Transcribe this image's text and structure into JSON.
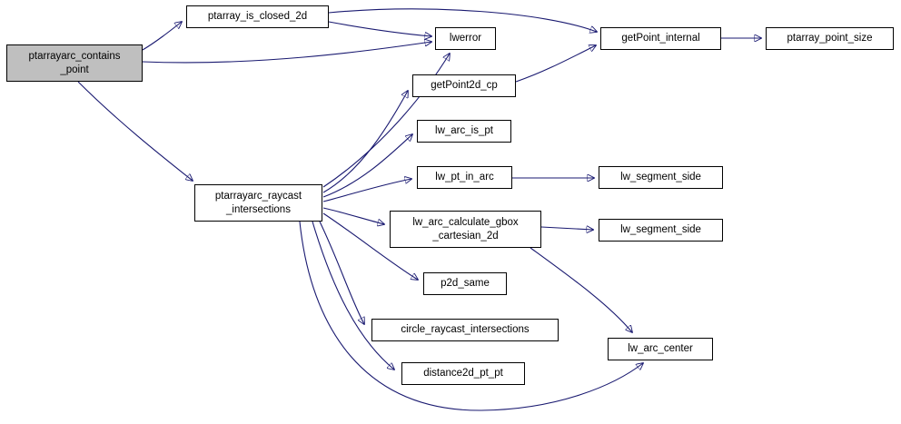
{
  "diagram": {
    "type": "call-graph",
    "edge_color": "#191970",
    "highlight_fill": "#BFBFBF",
    "node_fill": "#FFFFFF",
    "nodes": [
      {
        "id": "ptarrayarc_contains_point",
        "label": "ptarrayarc_contains\n_point",
        "highlight": true
      },
      {
        "id": "ptarray_is_closed_2d",
        "label": "ptarray_is_closed_2d"
      },
      {
        "id": "lwerror",
        "label": "lwerror"
      },
      {
        "id": "getPoint_internal",
        "label": "getPoint_internal"
      },
      {
        "id": "ptarray_point_size",
        "label": "ptarray_point_size"
      },
      {
        "id": "getPoint2d_cp",
        "label": "getPoint2d_cp"
      },
      {
        "id": "lw_arc_is_pt",
        "label": "lw_arc_is_pt"
      },
      {
        "id": "lw_pt_in_arc",
        "label": "lw_pt_in_arc"
      },
      {
        "id": "lw_segment_side_1",
        "label": "lw_segment_side"
      },
      {
        "id": "lw_arc_calculate_gbox_cartesian_2d",
        "label": "lw_arc_calculate_gbox\n_cartesian_2d"
      },
      {
        "id": "lw_segment_side_2",
        "label": "lw_segment_side"
      },
      {
        "id": "p2d_same",
        "label": "p2d_same"
      },
      {
        "id": "circle_raycast_intersections",
        "label": "circle_raycast_intersections"
      },
      {
        "id": "distance2d_pt_pt",
        "label": "distance2d_pt_pt"
      },
      {
        "id": "lw_arc_center",
        "label": "lw_arc_center"
      },
      {
        "id": "ptarrayarc_raycast_intersections",
        "label": "ptarrayarc_raycast\n_intersections"
      }
    ],
    "edges": [
      {
        "from": "ptarrayarc_contains_point",
        "to": "ptarray_is_closed_2d"
      },
      {
        "from": "ptarrayarc_contains_point",
        "to": "lwerror"
      },
      {
        "from": "ptarrayarc_contains_point",
        "to": "ptarrayarc_raycast_intersections"
      },
      {
        "from": "ptarray_is_closed_2d",
        "to": "getPoint_internal"
      },
      {
        "from": "ptarray_is_closed_2d",
        "to": "lwerror"
      },
      {
        "from": "getPoint_internal",
        "to": "ptarray_point_size"
      },
      {
        "from": "getPoint2d_cp",
        "to": "getPoint_internal"
      },
      {
        "from": "ptarrayarc_raycast_intersections",
        "to": "lwerror"
      },
      {
        "from": "ptarrayarc_raycast_intersections",
        "to": "getPoint2d_cp"
      },
      {
        "from": "ptarrayarc_raycast_intersections",
        "to": "lw_arc_is_pt"
      },
      {
        "from": "ptarrayarc_raycast_intersections",
        "to": "lw_pt_in_arc"
      },
      {
        "from": "lw_pt_in_arc",
        "to": "lw_segment_side_1"
      },
      {
        "from": "ptarrayarc_raycast_intersections",
        "to": "lw_arc_calculate_gbox_cartesian_2d"
      },
      {
        "from": "lw_arc_calculate_gbox_cartesian_2d",
        "to": "lw_segment_side_2"
      },
      {
        "from": "lw_arc_calculate_gbox_cartesian_2d",
        "to": "lw_arc_center"
      },
      {
        "from": "ptarrayarc_raycast_intersections",
        "to": "p2d_same"
      },
      {
        "from": "ptarrayarc_raycast_intersections",
        "to": "circle_raycast_intersections"
      },
      {
        "from": "ptarrayarc_raycast_intersections",
        "to": "distance2d_pt_pt"
      },
      {
        "from": "ptarrayarc_raycast_intersections",
        "to": "lw_arc_center"
      }
    ]
  }
}
